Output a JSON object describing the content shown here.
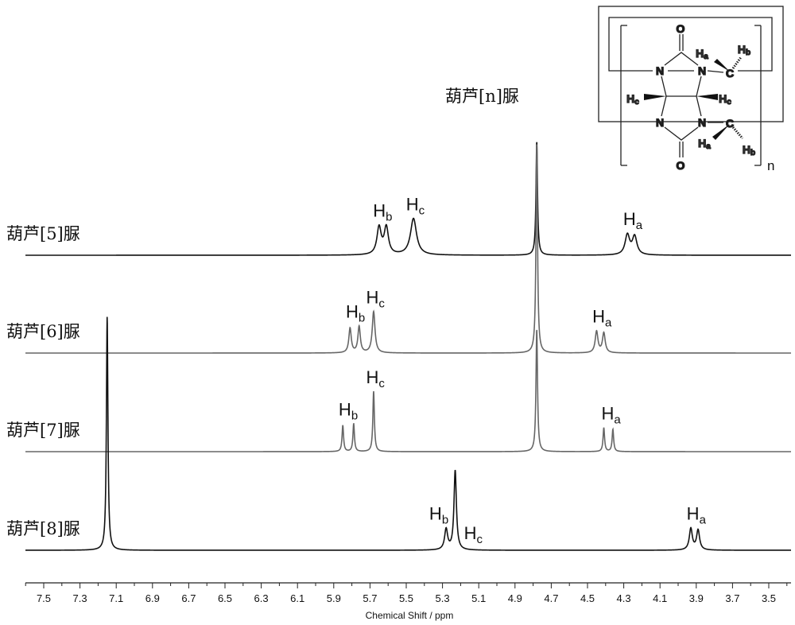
{
  "chart_data": {
    "type": "line",
    "title": "葫芦[n]脲",
    "xlabel": "Chemical Shift / ppm",
    "ylabel": "",
    "xlim": [
      7.6,
      3.42
    ],
    "x_reversed": true,
    "x_ticks": [
      "7.5",
      "7.3",
      "7.1",
      "6.9",
      "6.7",
      "6.5",
      "6.3",
      "6.1",
      "5.9",
      "5.7",
      "5.5",
      "5.3",
      "5.1",
      "4.9",
      "4.7",
      "4.5",
      "4.3",
      "4.1",
      "3.9",
      "3.7",
      "3.5"
    ],
    "grid": false,
    "series": [
      {
        "name": "葫芦[5]脲",
        "color": "#111111",
        "peaks": [
          {
            "ppm": 5.65,
            "height": 34,
            "hwhm": 0.014
          },
          {
            "ppm": 5.61,
            "height": 34,
            "hwhm": 0.014
          },
          {
            "ppm": 5.46,
            "height": 46,
            "hwhm": 0.02
          },
          {
            "ppm": 4.78,
            "height": 143,
            "hwhm": 0.005
          },
          {
            "ppm": 4.28,
            "height": 25,
            "hwhm": 0.015
          },
          {
            "ppm": 4.24,
            "height": 23,
            "hwhm": 0.015
          }
        ],
        "labels": [
          {
            "text": "H",
            "sub": "b",
            "ppm": 5.63
          },
          {
            "text": "H",
            "sub": "c",
            "ppm": 5.45
          },
          {
            "text": "H",
            "sub": "a",
            "ppm": 4.25
          }
        ]
      },
      {
        "name": "葫芦[6]脲",
        "color": "#666666",
        "peaks": [
          {
            "ppm": 5.81,
            "height": 31,
            "hwhm": 0.008
          },
          {
            "ppm": 5.76,
            "height": 33,
            "hwhm": 0.008
          },
          {
            "ppm": 5.68,
            "height": 52,
            "hwhm": 0.009
          },
          {
            "ppm": 4.78,
            "height": 264,
            "hwhm": 0.005
          },
          {
            "ppm": 4.45,
            "height": 27,
            "hwhm": 0.009
          },
          {
            "ppm": 4.41,
            "height": 25,
            "hwhm": 0.009
          }
        ],
        "labels": [
          {
            "text": "H",
            "sub": "b",
            "ppm": 5.78
          },
          {
            "text": "H",
            "sub": "c",
            "ppm": 5.67
          },
          {
            "text": "H",
            "sub": "a",
            "ppm": 4.42
          }
        ]
      },
      {
        "name": "葫芦[7]脲",
        "color": "#666666",
        "peaks": [
          {
            "ppm": 5.85,
            "height": 33,
            "hwhm": 0.005
          },
          {
            "ppm": 5.79,
            "height": 35,
            "hwhm": 0.005
          },
          {
            "ppm": 5.68,
            "height": 76,
            "hwhm": 0.005
          },
          {
            "ppm": 4.78,
            "height": 154,
            "hwhm": 0.005
          },
          {
            "ppm": 4.41,
            "height": 30,
            "hwhm": 0.005
          },
          {
            "ppm": 4.36,
            "height": 28,
            "hwhm": 0.005
          }
        ],
        "labels": [
          {
            "text": "H",
            "sub": "b",
            "ppm": 5.82
          },
          {
            "text": "H",
            "sub": "c",
            "ppm": 5.67
          },
          {
            "text": "H",
            "sub": "a",
            "ppm": 4.37
          }
        ]
      },
      {
        "name": "葫芦[8]脲",
        "color": "#111111",
        "peaks": [
          {
            "ppm": 7.15,
            "height": 294,
            "hwhm": 0.005
          },
          {
            "ppm": 5.28,
            "height": 26,
            "hwhm": 0.01
          },
          {
            "ppm": 5.23,
            "height": 100,
            "hwhm": 0.008
          },
          {
            "ppm": 3.93,
            "height": 27,
            "hwhm": 0.01
          },
          {
            "ppm": 3.89,
            "height": 25,
            "hwhm": 0.01
          }
        ],
        "labels": [
          {
            "text": "H",
            "sub": "b",
            "ppm": 5.32
          },
          {
            "text": "H",
            "sub": "c",
            "ppm": 5.13
          },
          {
            "text": "H",
            "sub": "a",
            "ppm": 3.9
          }
        ]
      }
    ],
    "structure": {
      "atoms": [
        "O",
        "N",
        "N",
        "C",
        "H",
        "a",
        "H",
        "b",
        "H",
        "c",
        "H",
        "c",
        "N",
        "N",
        "C",
        "H",
        "a",
        "H",
        "b",
        "O"
      ],
      "repeat": "n"
    }
  }
}
